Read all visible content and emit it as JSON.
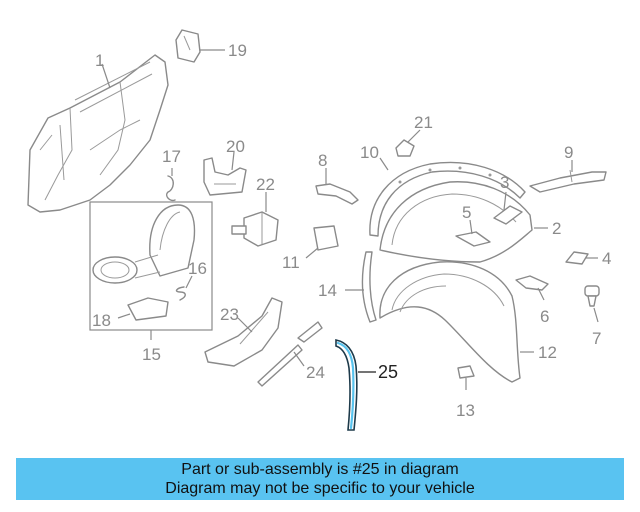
{
  "callouts": {
    "c1": "1",
    "c2": "2",
    "c3": "3",
    "c4": "4",
    "c5": "5",
    "c6": "6",
    "c7": "7",
    "c8": "8",
    "c9": "9",
    "c10": "10",
    "c11": "11",
    "c12": "12",
    "c13": "13",
    "c14": "14",
    "c15": "15",
    "c16": "16",
    "c17": "17",
    "c18": "18",
    "c19": "19",
    "c20": "20",
    "c21": "21",
    "c22": "22",
    "c23": "23",
    "c24": "24",
    "c25": "25"
  },
  "banner": {
    "line1": "Part or sub-assembly is #25 in diagram",
    "line2": "Diagram may not be specific to your vehicle"
  },
  "colors": {
    "banner_bg": "#59c3f1",
    "highlight": "#57c3ee",
    "line_art": "#8a8a8a"
  }
}
